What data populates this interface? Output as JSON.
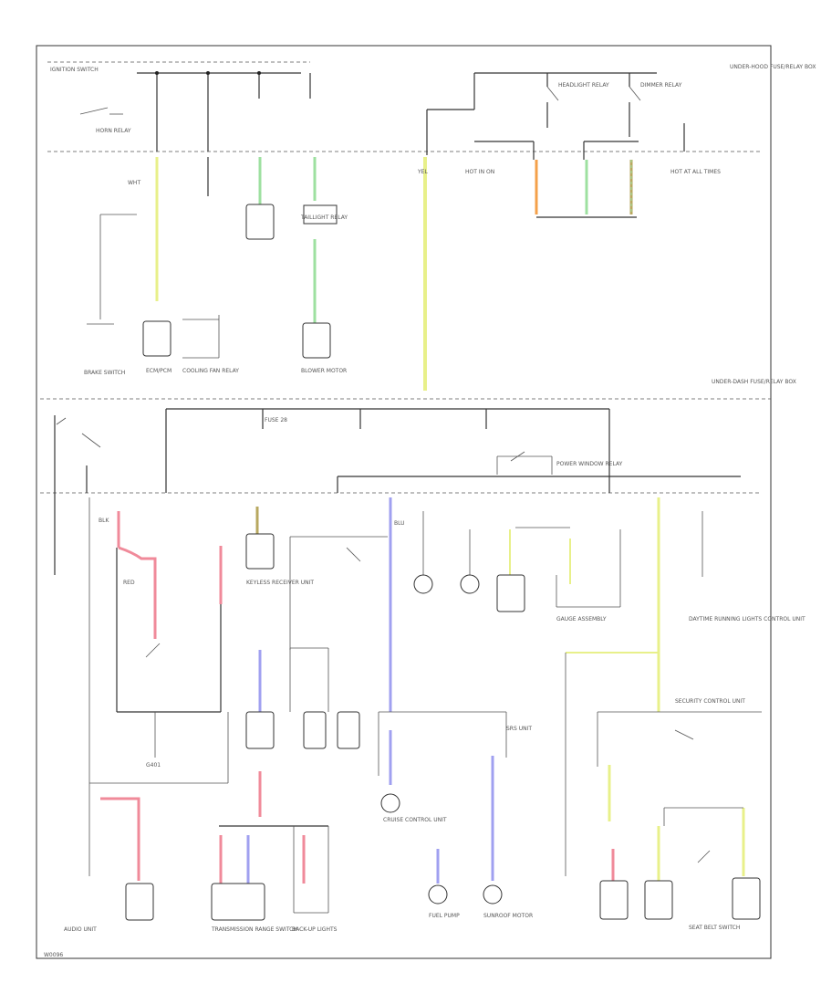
{
  "labels": {
    "page_code": "W0096",
    "top_fuse_box": "UNDER-HOOD FUSE/RELAY BOX",
    "dash_fuse_box": "UNDER-DASH FUSE/RELAY BOX",
    "ignition_switch": "IGNITION SWITCH",
    "horn_relay": "HORN RELAY",
    "headlight_relay": "HEADLIGHT RELAY",
    "dimmer_relay": "DIMMER RELAY",
    "hot_in_on": "HOT IN ON",
    "hot_at_all_times": "HOT AT ALL TIMES",
    "taillight_relay": "TAILLIGHT RELAY",
    "brake_switch": "BRAKE SWITCH",
    "ecm_pcm": "ECM/PCM",
    "fuse_28": "FUSE 28",
    "blower_motor": "BLOWER MOTOR",
    "cooling_fan_relay": "COOLING FAN RELAY",
    "keyless_receiver": "KEYLESS RECEIVER UNIT",
    "gauge_assembly": "GAUGE ASSEMBLY",
    "daytime_running_lights": "DAYTIME RUNNING LIGHTS CONTROL UNIT",
    "power_window_relay": "POWER WINDOW RELAY",
    "srs_unit": "SRS UNIT",
    "security_unit": "SECURITY CONTROL UNIT",
    "seat_belt_switch": "SEAT BELT SWITCH",
    "audio_unit": "AUDIO UNIT",
    "transmission_range_switch": "TRANSMISSION RANGE SWITCH",
    "back_up_lights": "BACK-UP LIGHTS",
    "ground": "G401",
    "cruise_control_unit": "CRUISE CONTROL UNIT",
    "fuel_pump": "FUEL PUMP",
    "sunroof_motor": "SUNROOF MOTOR",
    "wht": "WHT",
    "blk": "BLK",
    "yel": "YEL",
    "red": "RED",
    "blu": "BLU"
  },
  "wire_colors": {
    "yellow": "#e8f08a",
    "green": "#9ee0a0",
    "orange": "#f4a04a",
    "red": "#f08a9a",
    "blue": "#a0a0f0",
    "olive": "#b8a860"
  }
}
